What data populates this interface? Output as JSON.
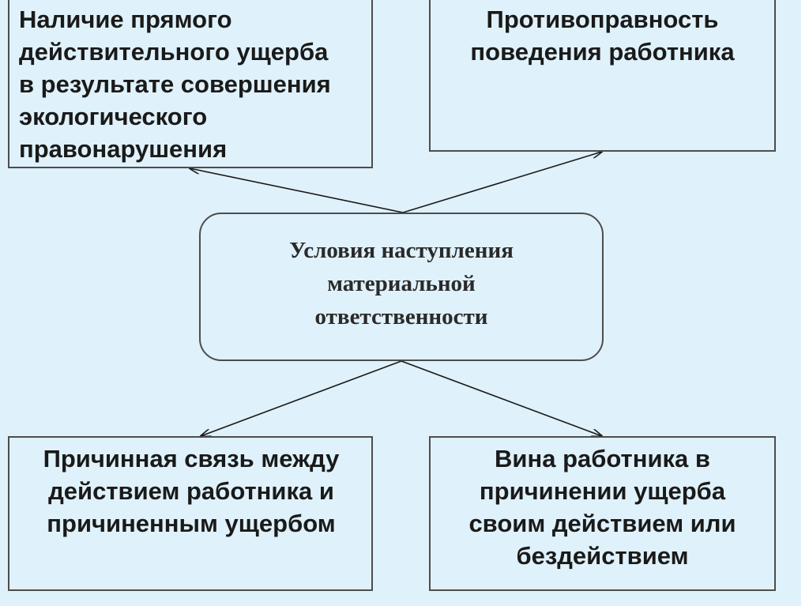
{
  "diagram": {
    "center": {
      "lines": [
        "Условия наступления",
        "материальной",
        "ответственности"
      ]
    },
    "top_left": {
      "lines": [
        "Наличие прямого",
        "действительного ущерба",
        "в результате совершения",
        "экологического",
        "правонарушения"
      ]
    },
    "top_right": {
      "lines": [
        "Противоправность",
        "поведения работника"
      ]
    },
    "bottom_left": {
      "lines": [
        "Причинная связь между",
        "действием работника и",
        "причиненным ущербом"
      ]
    },
    "bottom_right": {
      "lines": [
        "Вина работника в",
        "причинении ущерба",
        "своим действием или",
        "бездействием"
      ]
    }
  }
}
